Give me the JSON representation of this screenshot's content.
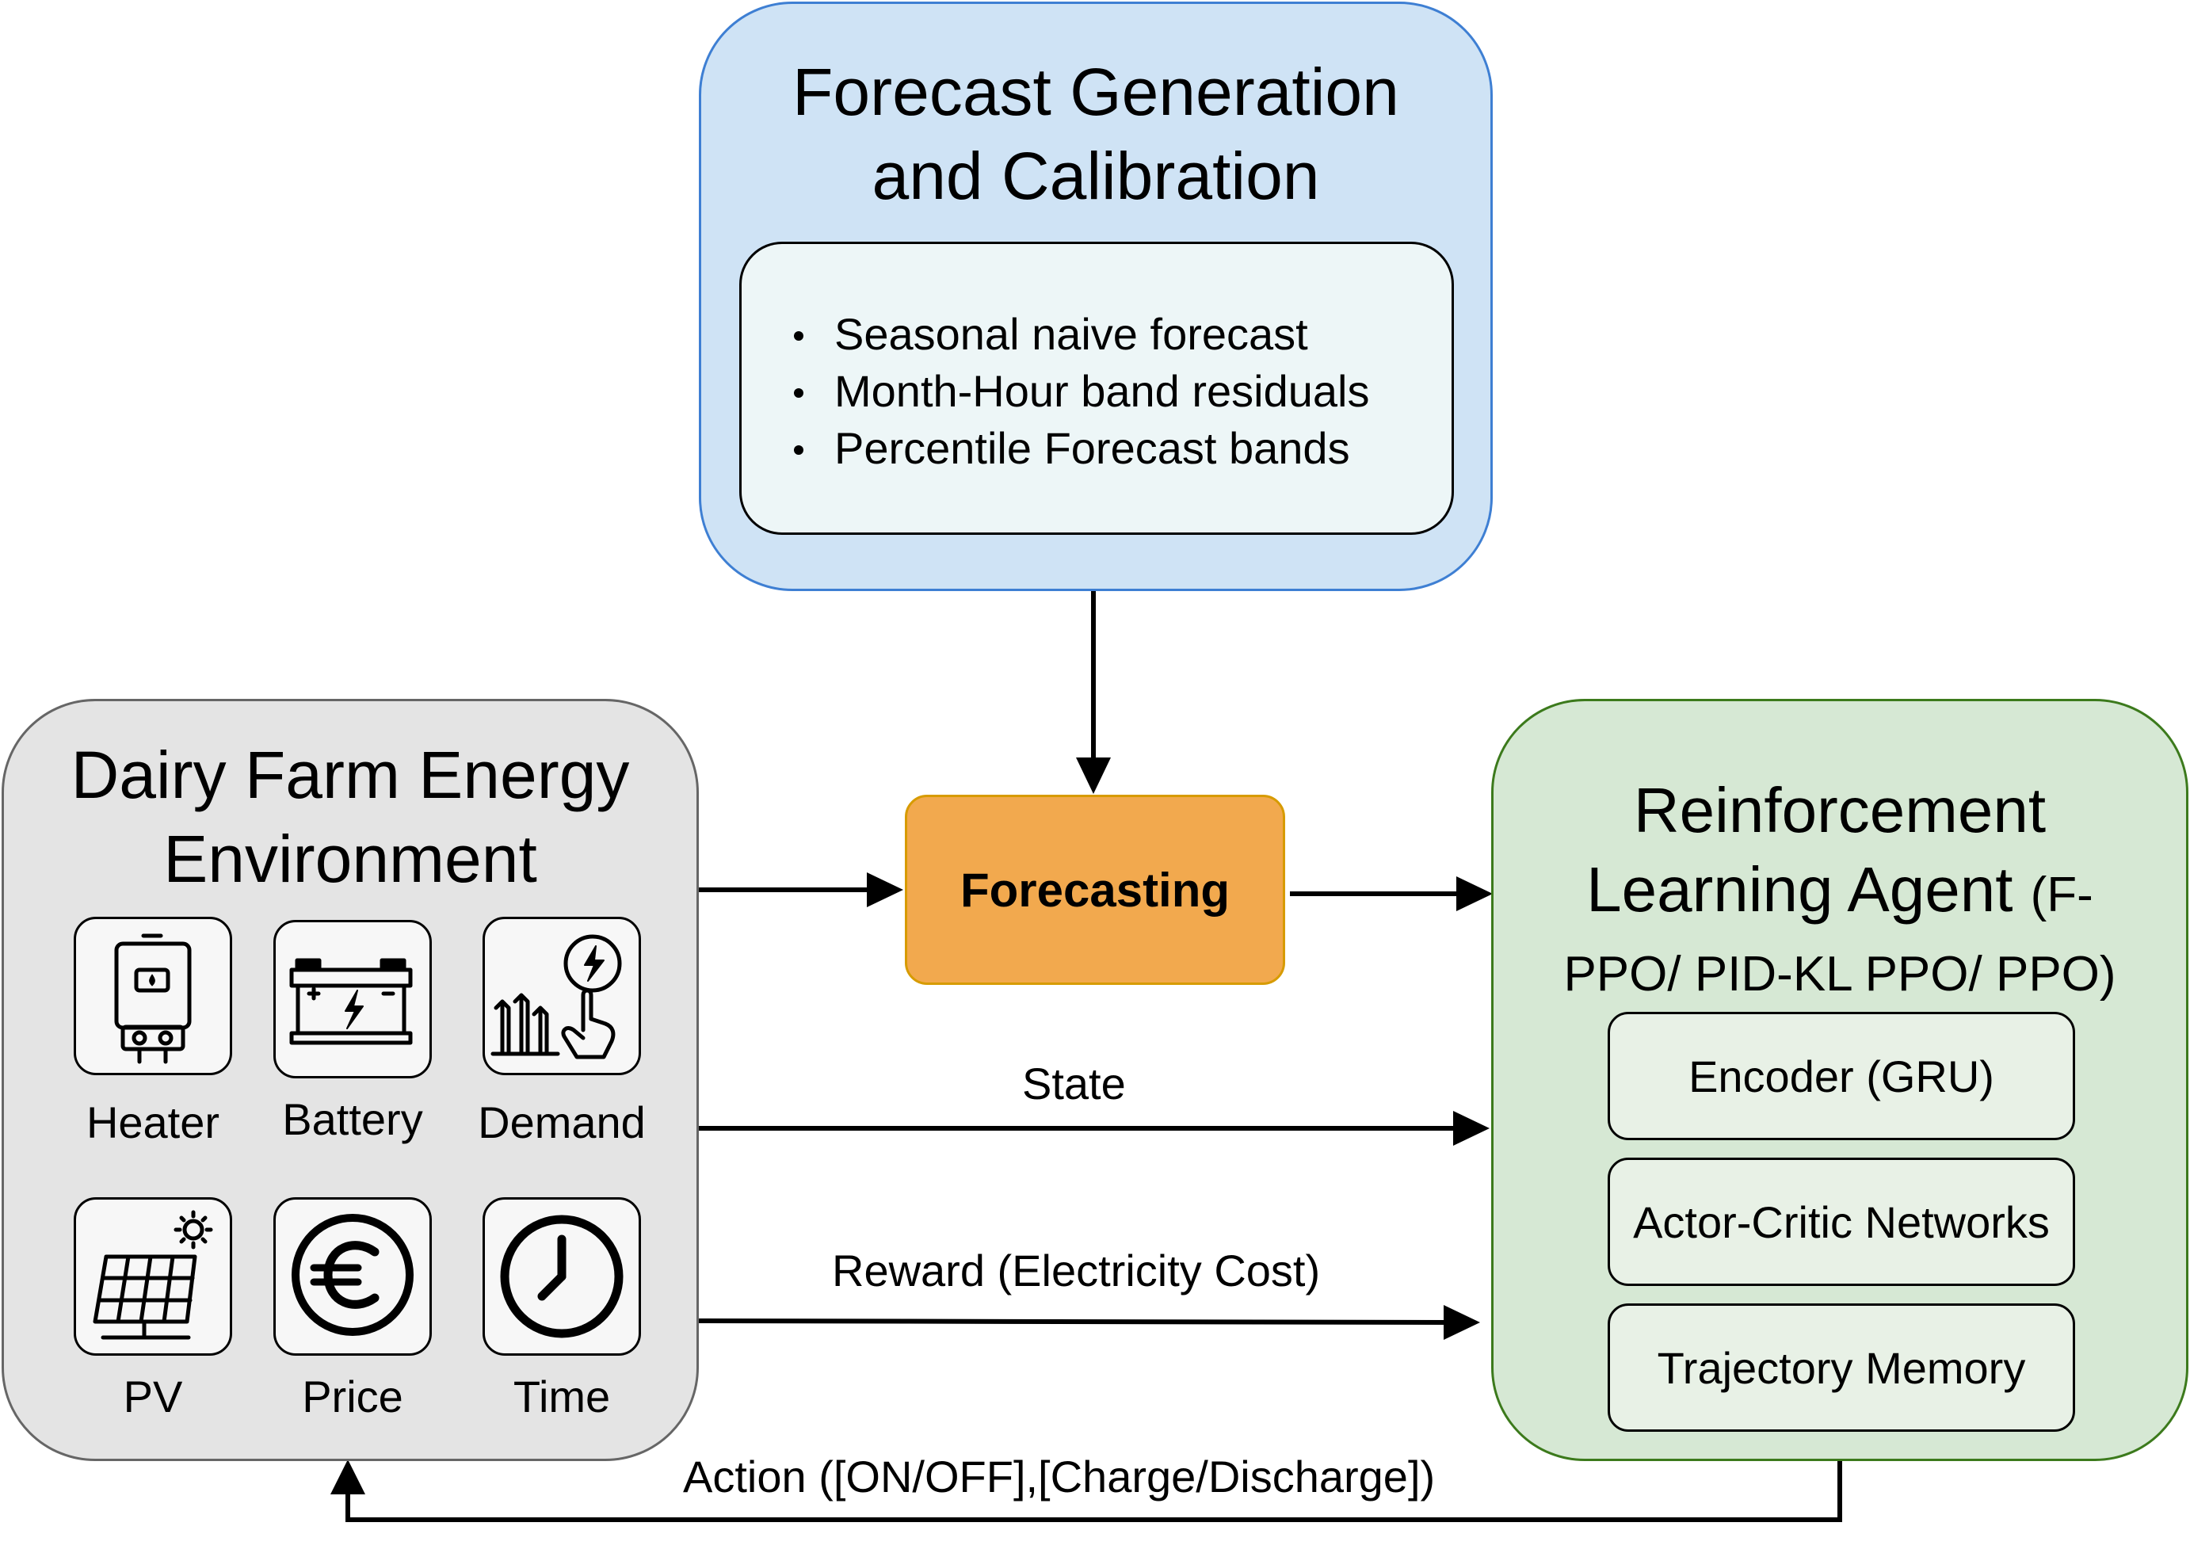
{
  "forecast_block": {
    "title_line1": "Forecast Generation",
    "title_line2": "and Calibration",
    "items": [
      "Seasonal naive forecast",
      "Month-Hour band residuals",
      "Percentile Forecast bands"
    ]
  },
  "forecasting_node": {
    "label": "Forecasting"
  },
  "environment": {
    "title_line1": "Dairy Farm Energy",
    "title_line2": "Environment",
    "icons": [
      {
        "label": "Heater",
        "icon": "water-heater-icon"
      },
      {
        "label": "Battery",
        "icon": "battery-icon"
      },
      {
        "label": "Demand",
        "icon": "demand-icon"
      },
      {
        "label": "PV",
        "icon": "solar-panel-icon"
      },
      {
        "label": "Price",
        "icon": "euro-icon"
      },
      {
        "label": "Time",
        "icon": "clock-icon"
      }
    ]
  },
  "agent": {
    "title_line1": "Reinforcement",
    "title_line2": "Learning Agent",
    "title_paren_1": "(F-",
    "title_paren_2": "PPO/ PID-KL PPO/ PPO)",
    "components": [
      "Encoder (GRU)",
      "Actor-Critic Networks",
      "Trajectory Memory"
    ]
  },
  "edges": {
    "state": "State",
    "reward": "Reward (Electricity Cost)",
    "action": "Action ([ON/OFF],[Charge/Discharge])"
  },
  "colors": {
    "forecast_fill": "#cfe3f5",
    "forecast_border": "#3e7fd3",
    "forecasting_fill": "#f2a94e",
    "forecasting_border": "#d79b00",
    "environment_fill": "#e4e4e4",
    "agent_fill": "#d6e8d4",
    "agent_border": "#3c7a1c"
  }
}
